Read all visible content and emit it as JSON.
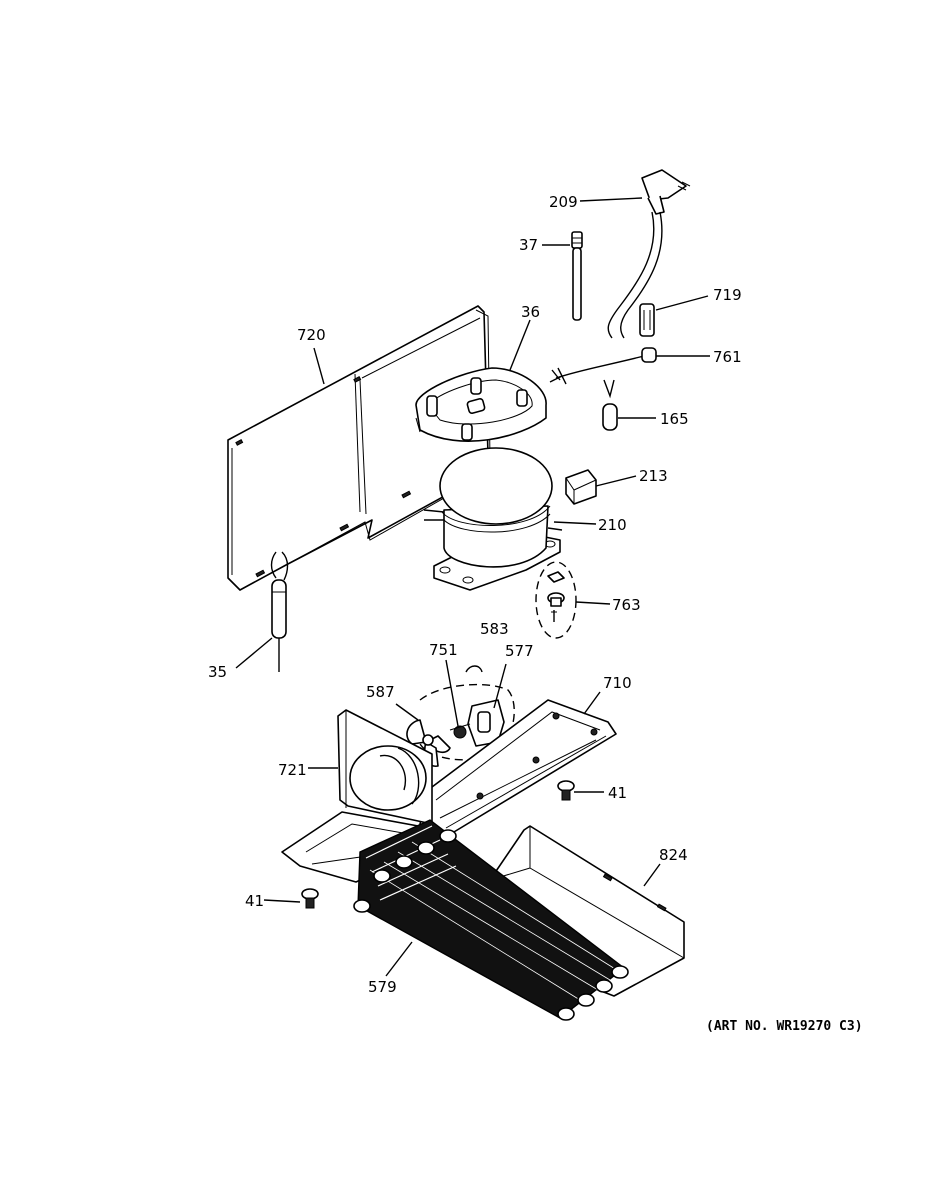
{
  "labels": {
    "p209": "209",
    "p37": "37",
    "p719": "719",
    "p720": "720",
    "p36": "36",
    "p761": "761",
    "p165": "165",
    "p213": "213",
    "p210": "210",
    "p763": "763",
    "p35": "35",
    "p583": "583",
    "p751": "751",
    "p577": "577",
    "p710": "710",
    "p587": "587",
    "p721": "721",
    "p41a": "41",
    "p824": "824",
    "p41b": "41",
    "p579": "579"
  },
  "art_number": "(ART NO. WR19270 C3)"
}
